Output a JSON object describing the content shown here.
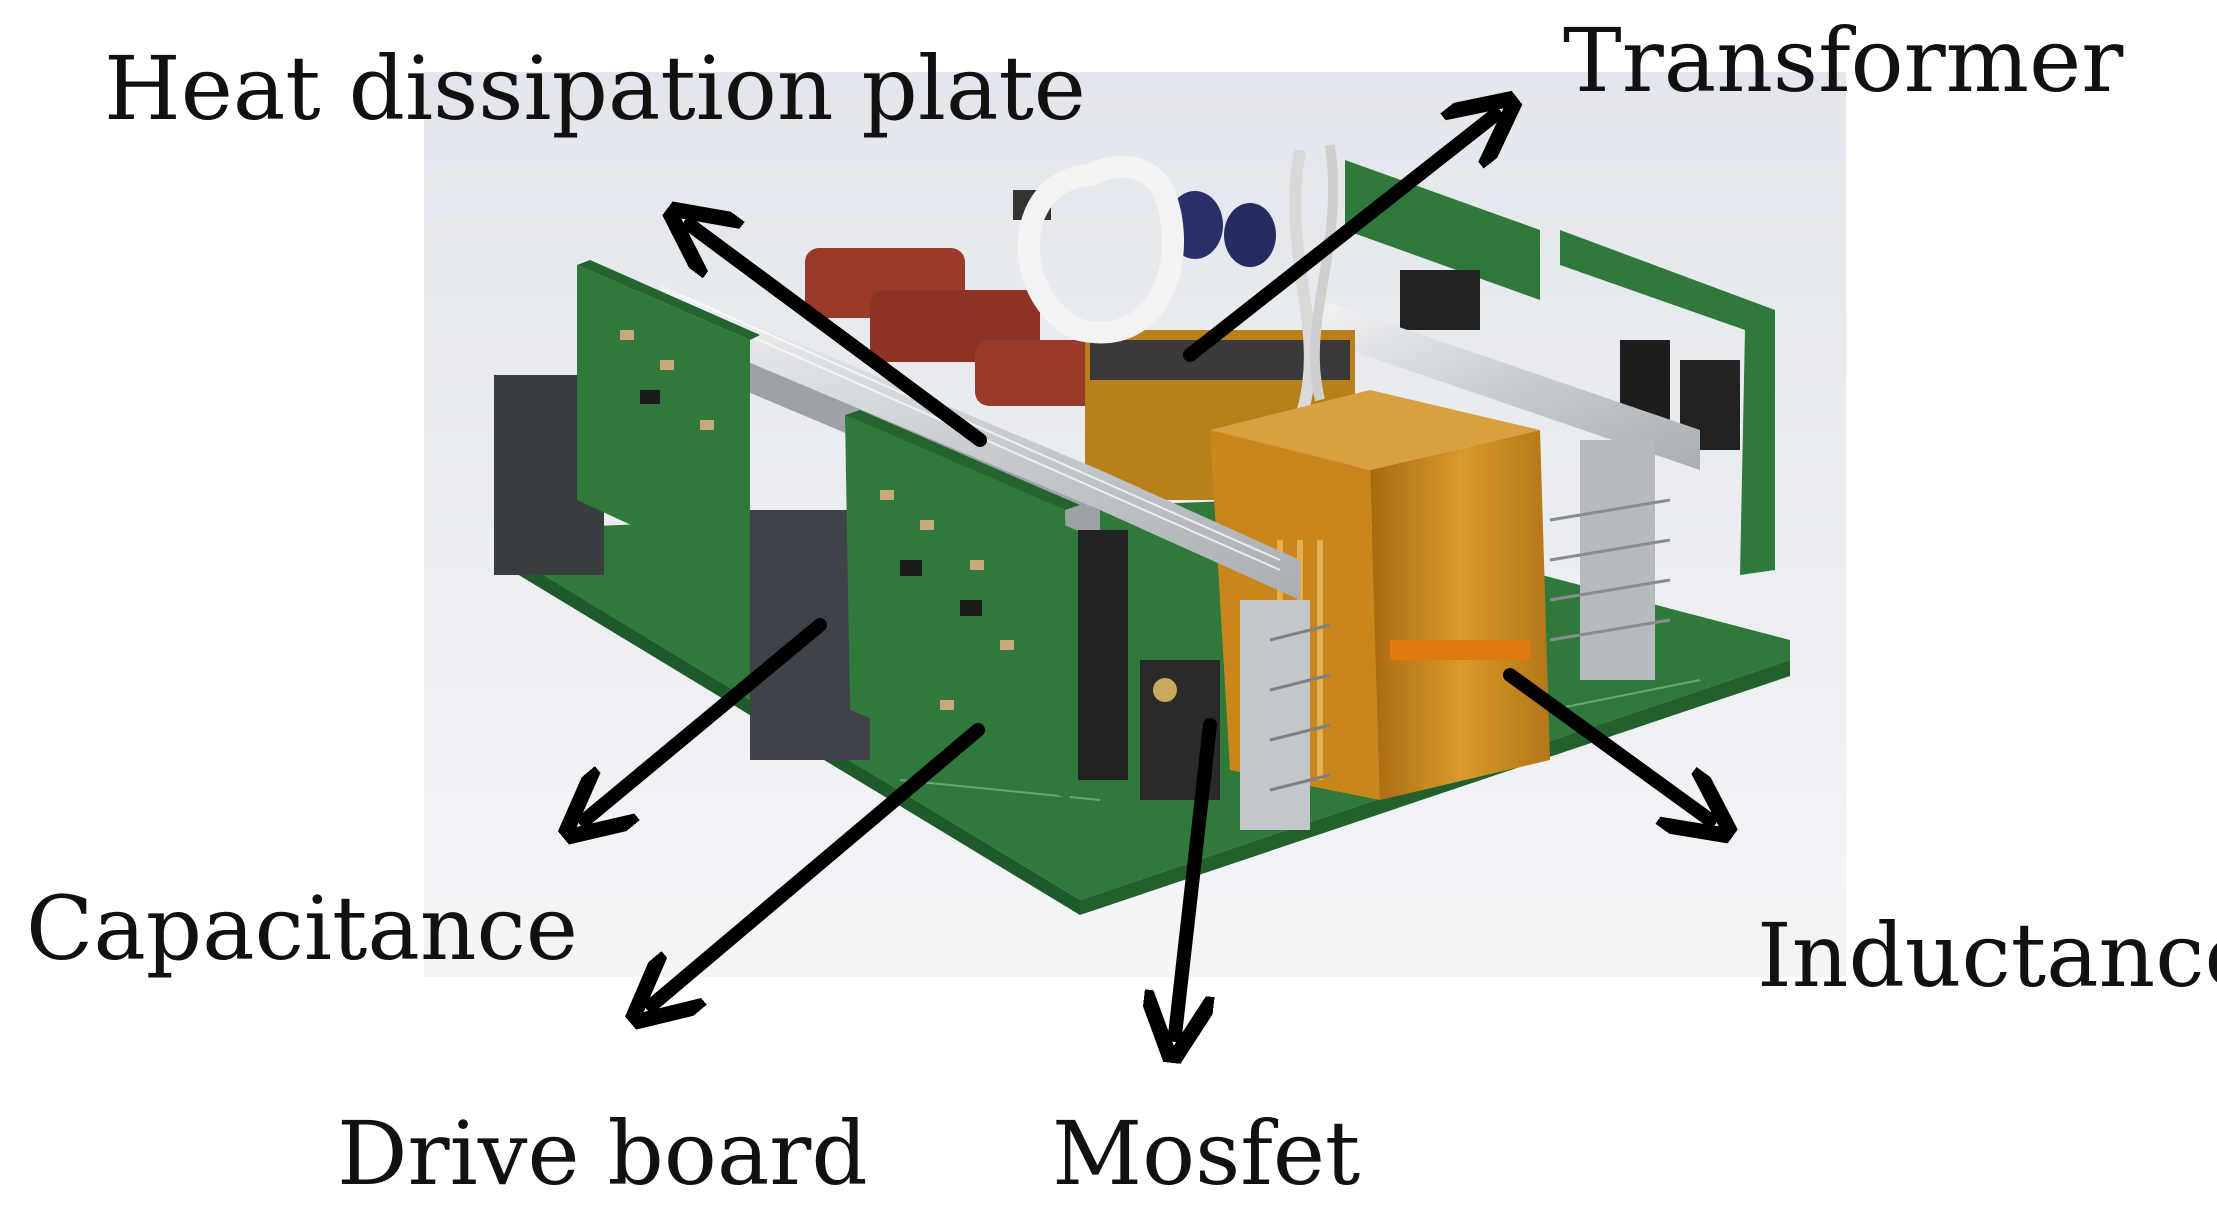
{
  "figure": {
    "labels": {
      "heat_dissipation_plate": "Heat dissipation plate",
      "transformer": "Transformer",
      "capacitance": "Capacitance",
      "inductance": "Inductance",
      "drive_board": "Drive board",
      "mosfet": "Mosfet"
    },
    "colors": {
      "pcb_green": "#2f7a3a",
      "pcb_dark": "#1f5a2a",
      "heatsink_silver": "#cfd3d6",
      "transformer_amber": "#c8861c",
      "capacitor_red": "#9a3a2a",
      "capacitor_blue": "#2a2f6a",
      "arrow": "#000000"
    }
  }
}
